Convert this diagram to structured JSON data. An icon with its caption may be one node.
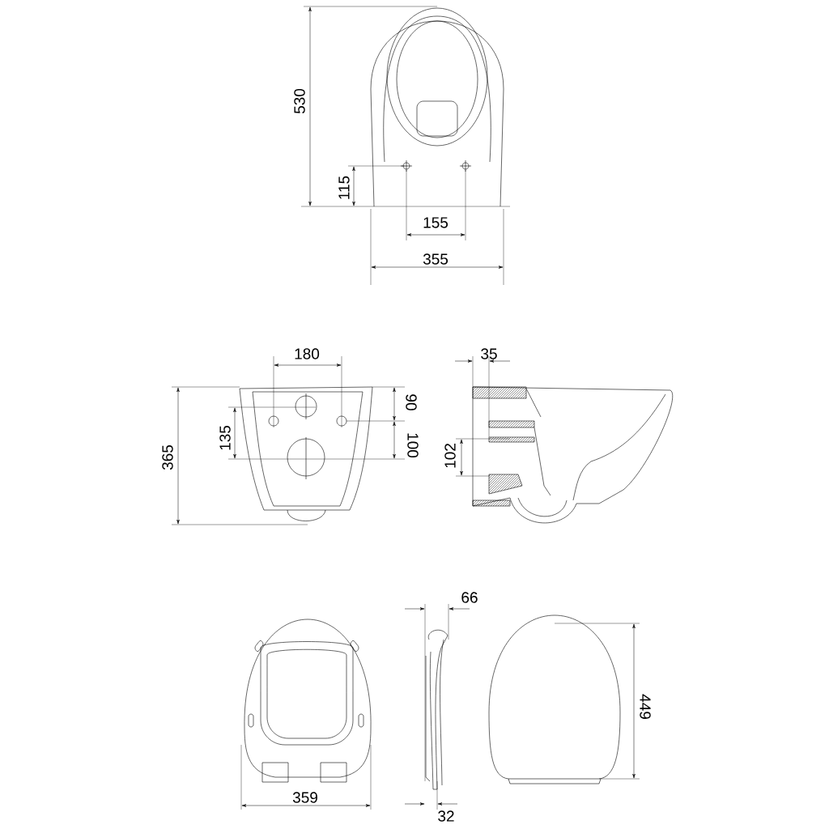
{
  "diagram": {
    "labels": [
      "530",
      "115",
      "155",
      "355",
      "180",
      "35",
      "90",
      "135",
      "100",
      "365",
      "102",
      "66",
      "449",
      "359",
      "32"
    ]
  }
}
